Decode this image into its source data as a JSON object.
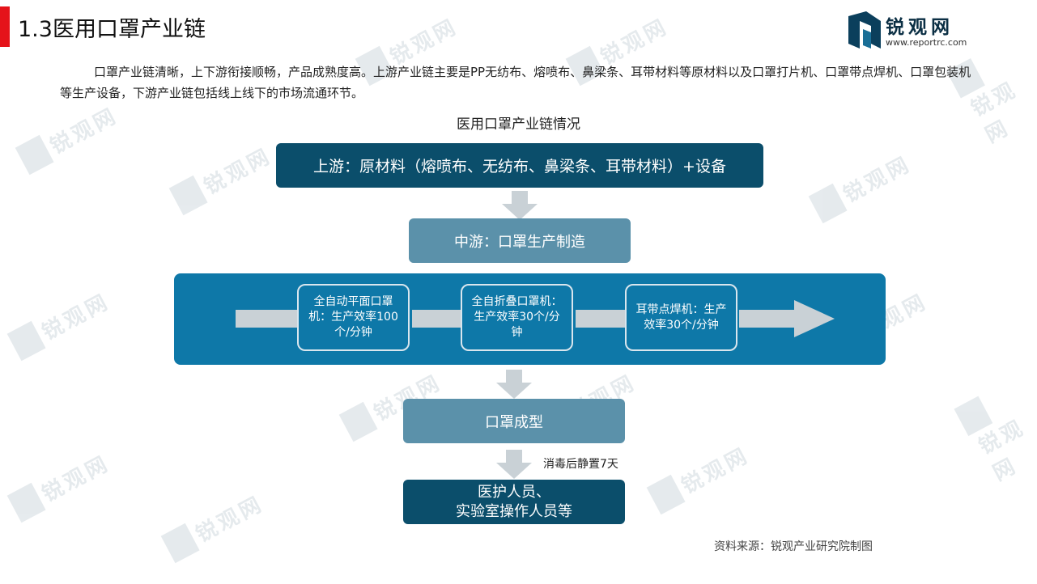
{
  "header": {
    "title": "1.3医用口罩产业链",
    "logo_name": "锐观网",
    "logo_url": "www.reportrc.com"
  },
  "intro": "口罩产业链清晰，上下游衔接顺畅，产品成熟度高。上游产业链主要是PP无纺布、熔喷布、鼻梁条、耳带材料等原材料以及口罩打片机、口罩带点焊机、口罩包装机等生产设备，下游产业链包括线上线下的市场流通环节。",
  "diagram": {
    "title": "医用口罩产业链情况",
    "upstream": "上游：原材料（熔喷布、无纺布、鼻梁条、耳带材料）+设备",
    "midstream": "中游：口罩生产制造",
    "steps": [
      "全自动平面口罩机：生产效率100个/分钟",
      "全自折叠口罩机：生产效率30个/分钟",
      "耳带点焊机：生产效率30个/分钟"
    ],
    "formed": "口罩成型",
    "sterilize_note": "消毒后静置7天",
    "end_line1": "医护人员、",
    "end_line2": "实验室操作人员等"
  },
  "source": "资料来源：锐观产业研究院制图",
  "colors": {
    "accent_red": "#e5131a",
    "dark_teal": "#0b4e6b",
    "mid_teal": "#5b91aa",
    "panel_blue": "#0e78a8",
    "arrow_gray": "#c9d1d6"
  }
}
